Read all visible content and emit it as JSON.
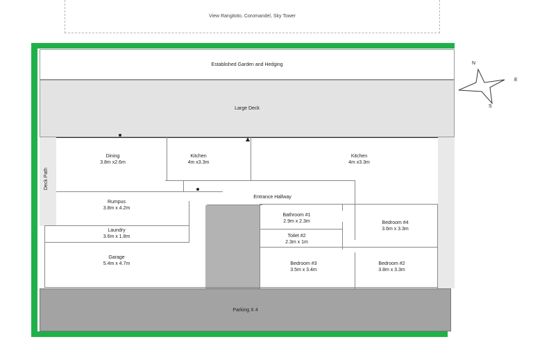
{
  "view_label": "View Rangitoto, Coromandel, Sky Tower",
  "garden_label": "Established Garden and Hedging",
  "deck_label": "Large Deck",
  "deck_path_label": "Deck Path",
  "entrance_label": "Entrance Hallway",
  "parking_label": "Parking X 4",
  "compass": {
    "n": "N",
    "e": "E",
    "s": "S"
  },
  "rooms": {
    "dining": {
      "name": "Dining",
      "size": "3.8m x2.6m"
    },
    "kitchen1": {
      "name": "Kitchen",
      "size": "4m x3.3m"
    },
    "kitchen2": {
      "name": "Kitchen",
      "size": "4m x3.3m"
    },
    "rumpus": {
      "name": "Rumpus",
      "size": "3.8m x 4.2m"
    },
    "laundry": {
      "name": "Laundry",
      "size": "3.6m x 1.8m"
    },
    "garage": {
      "name": "Garage",
      "size": "5.4m x 4.7m"
    },
    "bathroom1": {
      "name": "Bathroom  #1",
      "size": "2.9m x 2.3m"
    },
    "toilet2": {
      "name": "Toilet #2",
      "size": "2.3m x 1m"
    },
    "bedroom4": {
      "name": "Bedroom #4",
      "size": "3.6m x 3.3m"
    },
    "bedroom3": {
      "name": "Bedroom #3",
      "size": "3.5m x 3.4m"
    },
    "bedroom2": {
      "name": "Bedroom #2",
      "size": "3.8m x 3.3m"
    }
  }
}
